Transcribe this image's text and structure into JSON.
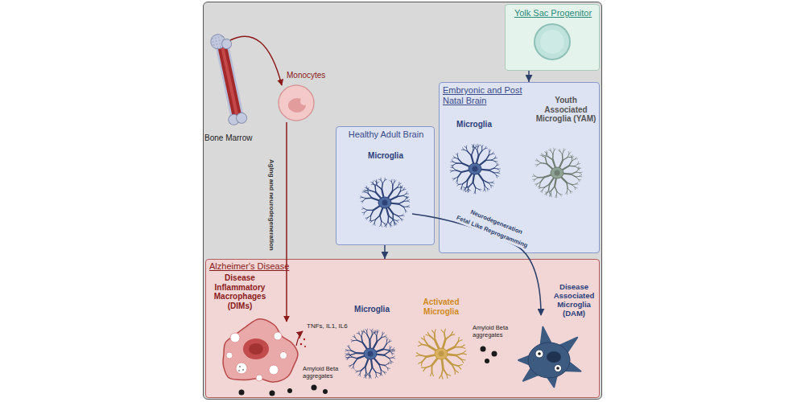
{
  "diagram": {
    "nodes": [
      {
        "text": [
          "Yolk Sac Progenitor"
        ]
      },
      {
        "text": [
          "Embryonic and Post Natal Brain",
          "Microglia",
          "Youth Associated Microglia (YAM)"
        ]
      },
      {
        "text": [
          "Healthy Adult Brain",
          "Microglia"
        ]
      },
      {
        "text": [
          "Alzheimer's Disease"
        ]
      }
    ],
    "edges": [
      {
        "from": 0,
        "to": 1,
        "arrow": "to"
      },
      {
        "from": 2,
        "to": 3,
        "arrow": "to"
      }
    ],
    "labels": [
      "Bone Marrow",
      "Monocytes",
      "Aging and neurodegeneration",
      "Neurodegeneration",
      "Fetal Like Reprogramming",
      "Disease Inflammatory Macrophages (DIMs)",
      "TNFs, IL1, IL6",
      "Amyloid Beta aggregates",
      "Microglia",
      "Activated Microglia",
      "Disease Associated Microglia (DAM)",
      "Amyloid Beta aggregates"
    ]
  }
}
